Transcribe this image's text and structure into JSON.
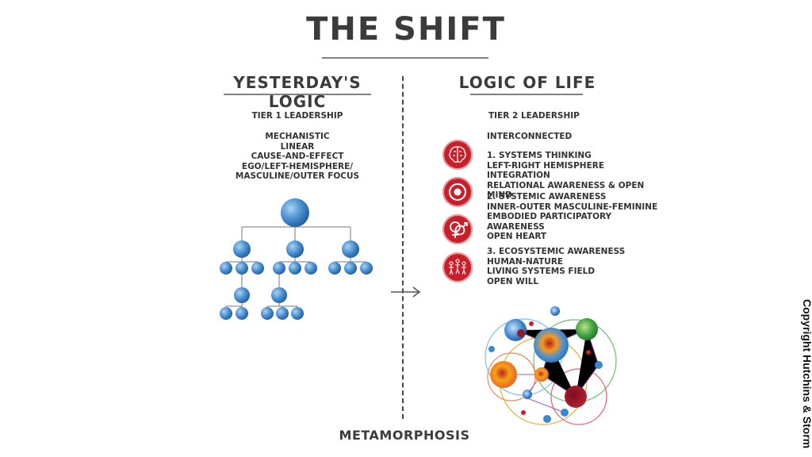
{
  "title": "THE SHIFT",
  "left": {
    "heading": "YESTERDAY'S LOGIC",
    "tier": "TIER 1 LEADERSHIP",
    "lines": [
      "MECHANISTIC",
      "LINEAR",
      "CAUSE-AND-EFFECT",
      "EGO/LEFT-HEMISPHERE/",
      "MASCULINE/OUTER FOCUS"
    ]
  },
  "right": {
    "heading": "LOGIC OF LIFE",
    "tier": "TIER 2 LEADERSHIP",
    "intro": "INTERCONNECTED",
    "items": [
      {
        "icon": "brain-icon",
        "lines": [
          "1. SYSTEMS THINKING",
          "LEFT-RIGHT HEMISPHERE INTEGRATION",
          "RELATIONAL AWARENESS & OPEN MIND"
        ]
      },
      {
        "icon": "target-circle-icon",
        "lines": [
          "2. SYSTEMIC AWARENESS",
          "INNER-OUTER MASCULINE-FEMININE",
          "EMBODIED PARTICIPATORY AWARENESS",
          "OPEN HEART"
        ]
      },
      {
        "icon": "gender-symbols-icon",
        "lines": []
      },
      {
        "icon": "people-nature-icon",
        "lines": [
          "3. ECOSYSTEMIC AWARENESS",
          "HUMAN-NATURE",
          "LIVING SYSTEMS FIELD",
          "OPEN WILL"
        ]
      }
    ]
  },
  "footer": "METAMORPHOSIS",
  "copyright": "Copyright Hutchins & Storm",
  "colors": {
    "node_blue": "#4a8fd1",
    "icon_red": "#c8202b",
    "text": "#333333"
  }
}
